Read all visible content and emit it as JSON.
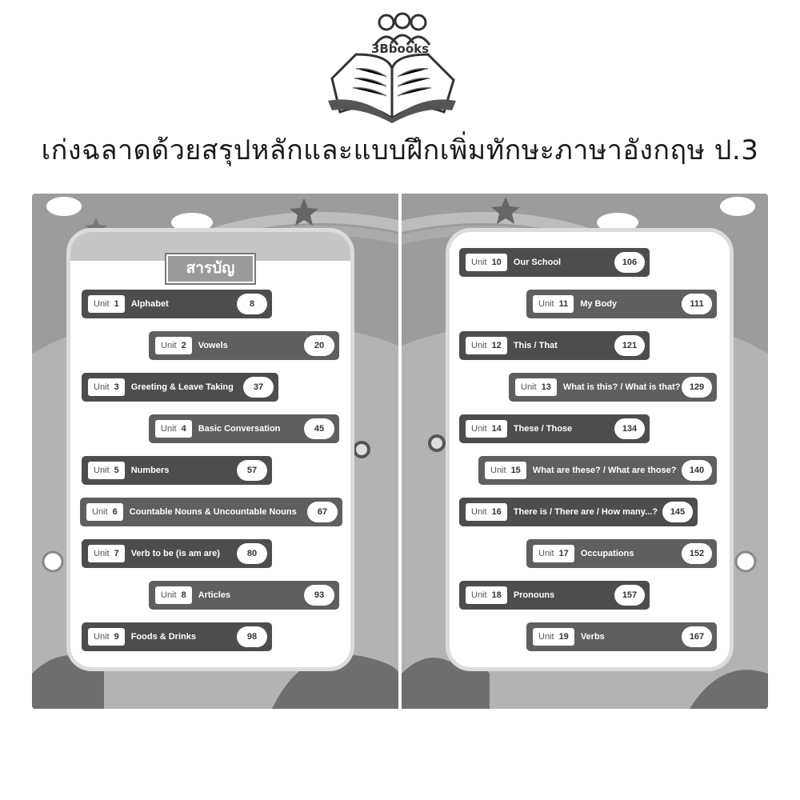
{
  "brand": {
    "name": "3Bbooks"
  },
  "headline": "เก่งฉลาดด้วยสรุปหลักและแบบฝึกเพิ่มทักษะภาษาอังกฤษ ป.3",
  "toc_label": "สารบัญ",
  "unit_prefix": "Unit",
  "left_units": [
    {
      "num": "1",
      "title": "Alphabet",
      "page": "8"
    },
    {
      "num": "2",
      "title": "Vowels",
      "page": "20"
    },
    {
      "num": "3",
      "title": "Greeting & Leave Taking",
      "page": "37"
    },
    {
      "num": "4",
      "title": "Basic Conversation",
      "page": "45"
    },
    {
      "num": "5",
      "title": "Numbers",
      "page": "57"
    },
    {
      "num": "6",
      "title": "Countable Nouns & Uncountable Nouns",
      "page": "67"
    },
    {
      "num": "7",
      "title": "Verb to be (is am are)",
      "page": "80"
    },
    {
      "num": "8",
      "title": "Articles",
      "page": "93"
    },
    {
      "num": "9",
      "title": "Foods & Drinks",
      "page": "98"
    }
  ],
  "right_units": [
    {
      "num": "10",
      "title": "Our School",
      "page": "106"
    },
    {
      "num": "11",
      "title": "My Body",
      "page": "111"
    },
    {
      "num": "12",
      "title": "This / That",
      "page": "121"
    },
    {
      "num": "13",
      "title": "What is this? / What is that?",
      "page": "129"
    },
    {
      "num": "14",
      "title": "These / Those",
      "page": "134"
    },
    {
      "num": "15",
      "title": "What are these? / What are those?",
      "page": "140"
    },
    {
      "num": "16",
      "title": "There is / There are / How many...?",
      "page": "145"
    },
    {
      "num": "17",
      "title": "Occupations",
      "page": "152"
    },
    {
      "num": "18",
      "title": "Pronouns",
      "page": "157"
    },
    {
      "num": "19",
      "title": "Verbs",
      "page": "167"
    }
  ]
}
